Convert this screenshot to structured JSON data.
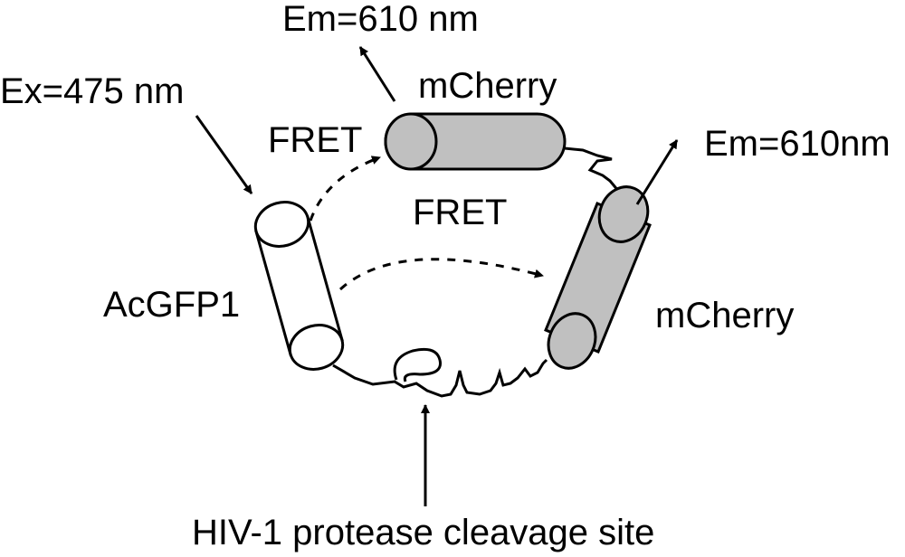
{
  "labels": {
    "em_top": "Em=610 nm",
    "mcherry_top": "mCherry",
    "ex": "Ex=475 nm",
    "fret_upper": "FRET",
    "em_right": "Em=610nm",
    "fret_middle": "FRET",
    "acgfp1": "AcGFP1",
    "mcherry_right": "mCherry",
    "cleavage": "HIV-1 protease cleavage site"
  },
  "colors": {
    "mcherry_fill": "#c0c0c0",
    "acgfp1_fill": "#ffffff",
    "stroke": "#000000"
  }
}
